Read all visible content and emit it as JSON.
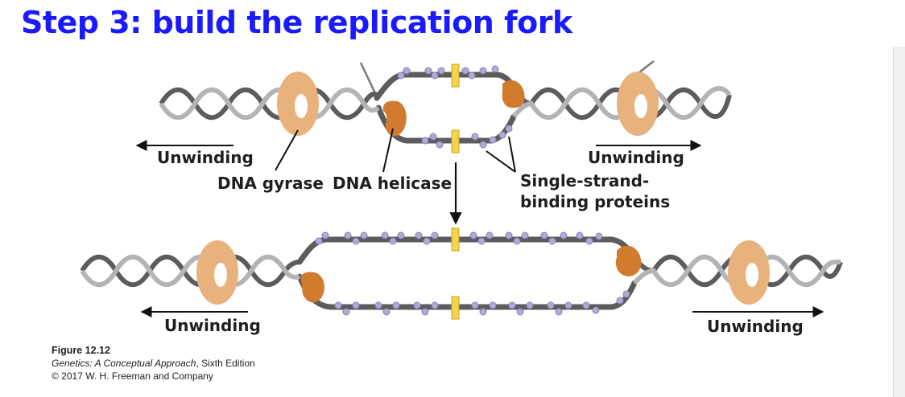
{
  "slide": {
    "title": "Step 3: build the replication fork"
  },
  "labels": {
    "unwinding_top_left": "Unwinding",
    "unwinding_top_right": "Unwinding",
    "dna_gyrase": "DNA gyrase",
    "dna_helicase": "DNA helicase",
    "ssb_line1": "Single-strand-",
    "ssb_line2": "binding proteins",
    "unwinding_bottom_left": "Unwinding",
    "unwinding_bottom_right": "Unwinding"
  },
  "caption": {
    "figure": "Figure 12.12",
    "book": "Genetics: A Conceptual Approach",
    "edition": ", Sixth Edition",
    "copyright": "© 2017 W. H. Freeman and Company"
  },
  "colors": {
    "title": "#1a1aff",
    "dna_dark": "#5c5c5e",
    "dna_light": "#b4b4b6",
    "gyrase": "#e8b27c",
    "helicase": "#d07b2e",
    "ssb": "#b4a9d6",
    "origin": "#f3d54b"
  }
}
